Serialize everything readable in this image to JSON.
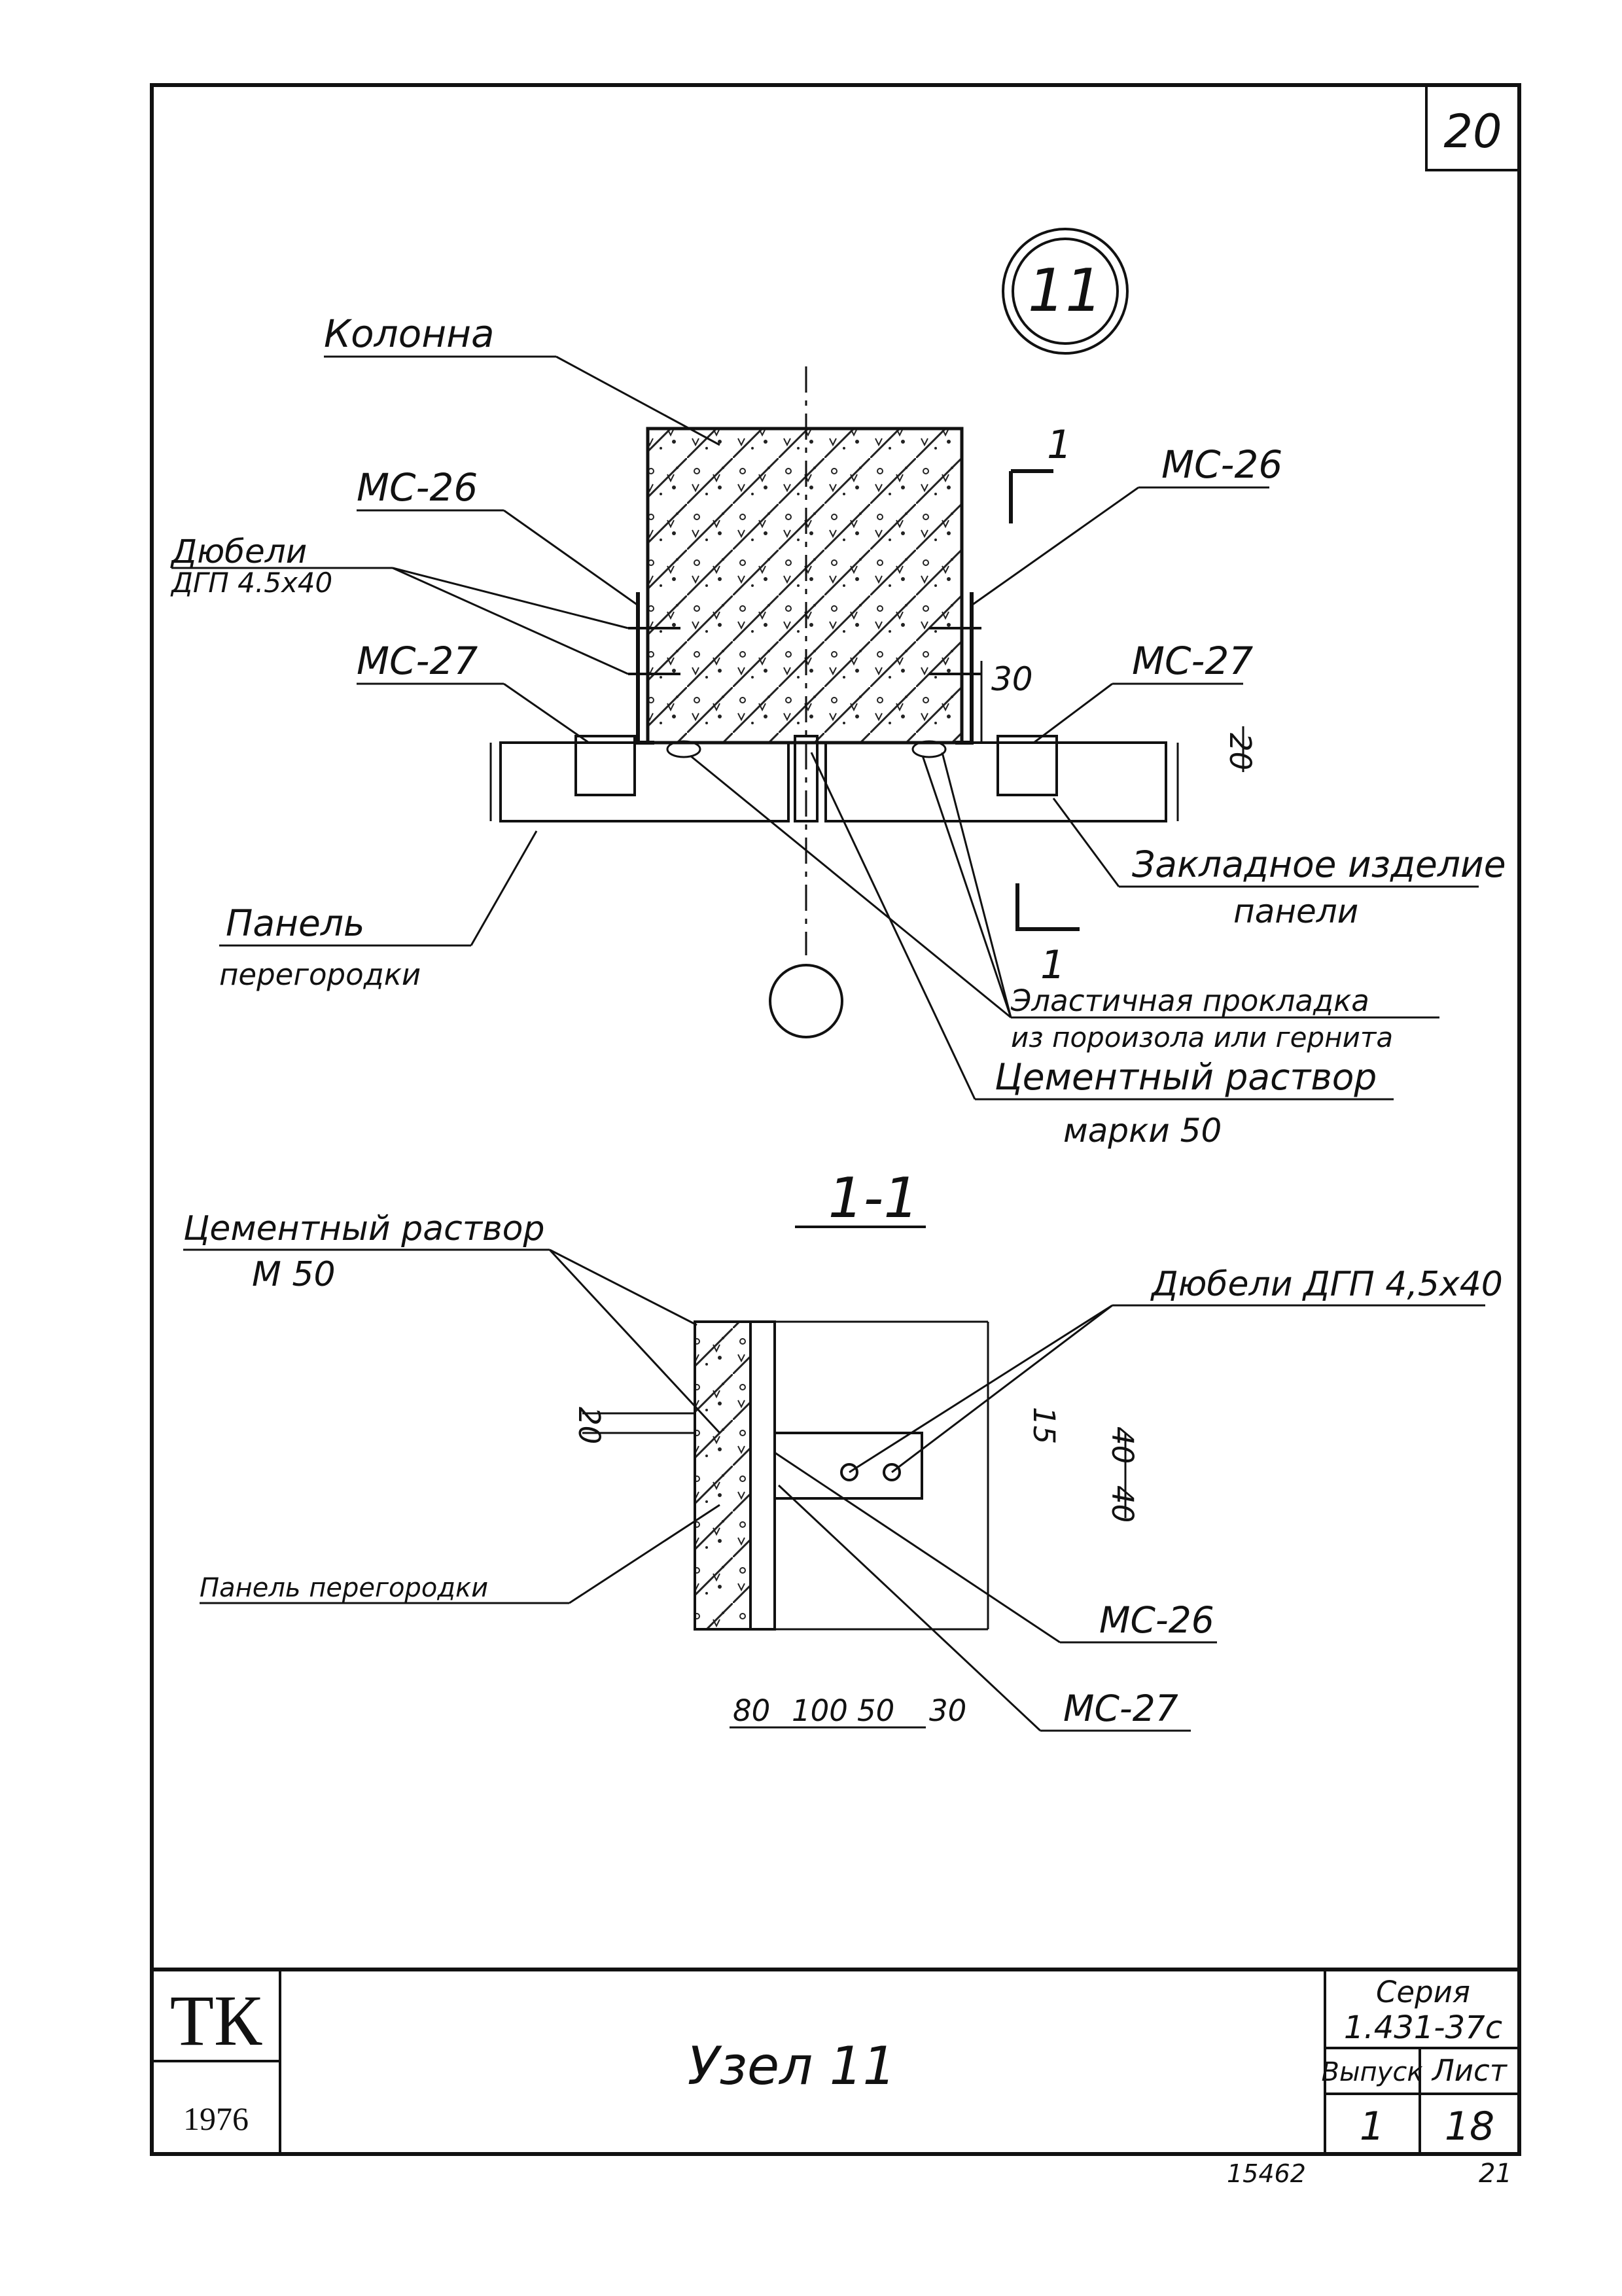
{
  "sheet_number": "20",
  "node_marker": "11",
  "plan_labels": {
    "column": "Колонна",
    "mc26_left": "МС-26",
    "mc26_right": "МС-26",
    "dowels_line1": "Дюбели",
    "dowels_line2": "ДГП 4.5х40",
    "mc27_left": "МС-27",
    "mc27_right": "МС-27",
    "embedded_line1": "Закладное изделие",
    "embedded_line2": "панели",
    "panel_line1": "Панель",
    "panel_line2": "перегородки",
    "elastic_line1": "Эластичная прокладка",
    "elastic_line2": "из пороизола или гернита",
    "mortar_line1": "Цементный раствор",
    "mortar_line2": "марки 50",
    "dim_30": "30",
    "dim_20": "20",
    "cut_mark_top": "1",
    "cut_mark_bottom": "1"
  },
  "section": {
    "title": "1-1",
    "mortar_line1": "Цементный раствор",
    "mortar_line2": "М 50",
    "dowels": "Дюбели ДГП 4,5х40",
    "panel": "Панель перегородки",
    "mc26": "МС-26",
    "mc27": "МС-27",
    "dim_20": "20",
    "dim_15": "15",
    "dim_40a": "40",
    "dim_40b": "40",
    "dims_bottom": [
      "80",
      "100",
      "50",
      "30"
    ]
  },
  "title_block": {
    "logo": "ТК",
    "year": "1976",
    "title": "Узел 11",
    "series_label": "Серия",
    "series_value": "1.431-37с",
    "issue_label": "Выпуск",
    "sheet_label": "Лист",
    "issue_value": "1",
    "sheet_value": "18",
    "bottom_number": "15462",
    "bottom_right": "21"
  }
}
